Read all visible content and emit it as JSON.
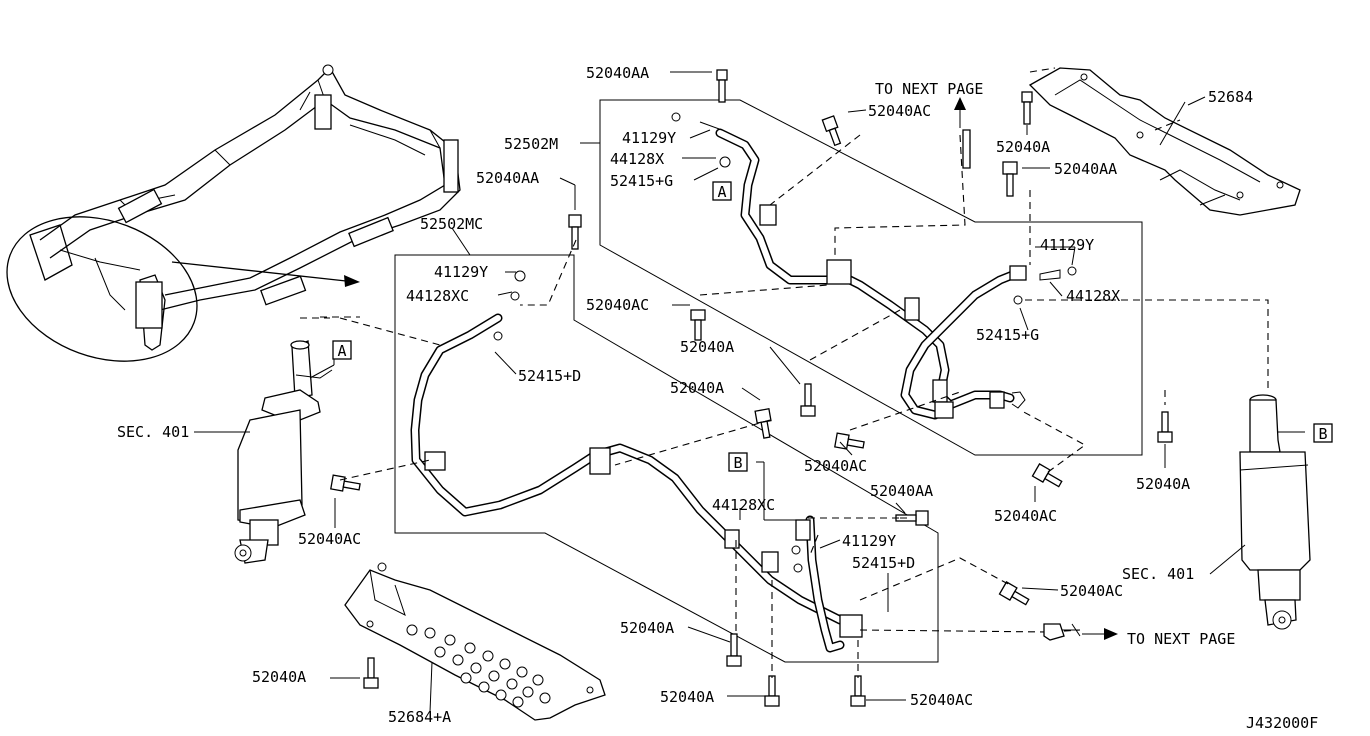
{
  "diagram": {
    "parts": [
      {
        "key": "p1",
        "label": "52040AA"
      },
      {
        "key": "p2",
        "label": "TO NEXT PAGE"
      },
      {
        "key": "p3",
        "label": "52040AC"
      },
      {
        "key": "p4",
        "label": "52684"
      },
      {
        "key": "p5",
        "label": "41129Y"
      },
      {
        "key": "p6",
        "label": "52502M"
      },
      {
        "key": "p7",
        "label": "44128X"
      },
      {
        "key": "p8",
        "label": "52415+G"
      },
      {
        "key": "p9",
        "label": "52040A"
      },
      {
        "key": "p10",
        "label": "52040AA"
      },
      {
        "key": "p11",
        "label": "52040AA"
      },
      {
        "key": "p12",
        "label": "52502MC"
      },
      {
        "key": "p13",
        "label": "41129Y"
      },
      {
        "key": "p14",
        "label": "41129Y"
      },
      {
        "key": "p15",
        "label": "44128XC"
      },
      {
        "key": "p16",
        "label": "44128X"
      },
      {
        "key": "p17",
        "label": "52040AC"
      },
      {
        "key": "p18",
        "label": "52415+G"
      },
      {
        "key": "p19",
        "label": "52040A"
      },
      {
        "key": "p20",
        "label": "52415+D"
      },
      {
        "key": "p21",
        "label": "52040A"
      },
      {
        "key": "p22",
        "label": "SEC. 401"
      },
      {
        "key": "p23",
        "label": "52040AC"
      },
      {
        "key": "p24",
        "label": "52040A"
      },
      {
        "key": "p25",
        "label": "52040AA"
      },
      {
        "key": "p26",
        "label": "52040AC"
      },
      {
        "key": "p27",
        "label": "44128XC"
      },
      {
        "key": "p28",
        "label": "52040AC"
      },
      {
        "key": "p29",
        "label": "41129Y"
      },
      {
        "key": "p30",
        "label": "52415+D"
      },
      {
        "key": "p31",
        "label": "SEC. 401"
      },
      {
        "key": "p32",
        "label": "52040AC"
      },
      {
        "key": "p33",
        "label": "52040A"
      },
      {
        "key": "p34",
        "label": "TO NEXT PAGE"
      },
      {
        "key": "p35",
        "label": "52040A"
      },
      {
        "key": "p36",
        "label": "52684+A"
      },
      {
        "key": "p37",
        "label": "52040A"
      },
      {
        "key": "p38",
        "label": "52040AC"
      }
    ],
    "callouts": [
      {
        "key": "c1",
        "letter": "A"
      },
      {
        "key": "c2",
        "letter": "A"
      },
      {
        "key": "c3",
        "letter": "B"
      },
      {
        "key": "c4",
        "letter": "B"
      }
    ],
    "diagram_code": "J432000F"
  }
}
